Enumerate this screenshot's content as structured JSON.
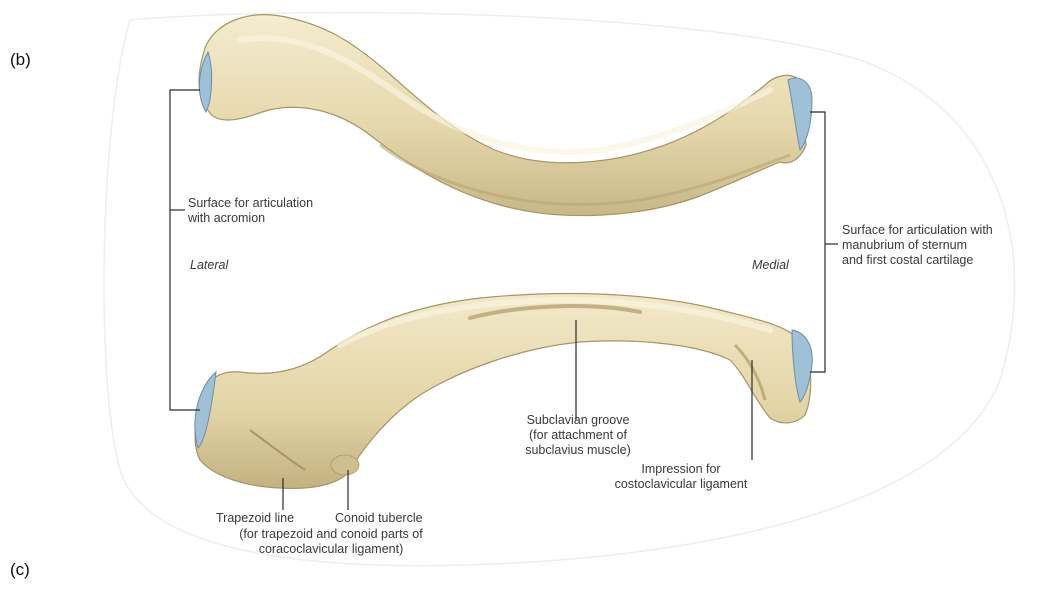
{
  "panels": {
    "b": "(b)",
    "c": "(c)"
  },
  "orientation": {
    "lateral": "Lateral",
    "medial": "Medial"
  },
  "labels": {
    "acromion": [
      "Surface for articulation",
      "with acromion"
    ],
    "sternum": [
      "Surface for articulation with",
      "manubrium of sternum",
      "and first costal cartilage"
    ],
    "subclavian": [
      "Subclavian groove",
      "(for attachment of",
      "subclavius muscle)"
    ],
    "impression": [
      "Impression for",
      "costoclavicular ligament"
    ],
    "trapezoid": [
      "Trapezoid line"
    ],
    "conoid": [
      "Conoid tubercle"
    ],
    "trapezoid_note": [
      "(for trapezoid and conoid parts of",
      "coracoclavicular ligament)"
    ]
  },
  "colors": {
    "bone": "#e8dcb5",
    "bone_shade": "#c9b98a",
    "cartilage": "#9fc0d6",
    "leader": "#2b2b2b"
  }
}
